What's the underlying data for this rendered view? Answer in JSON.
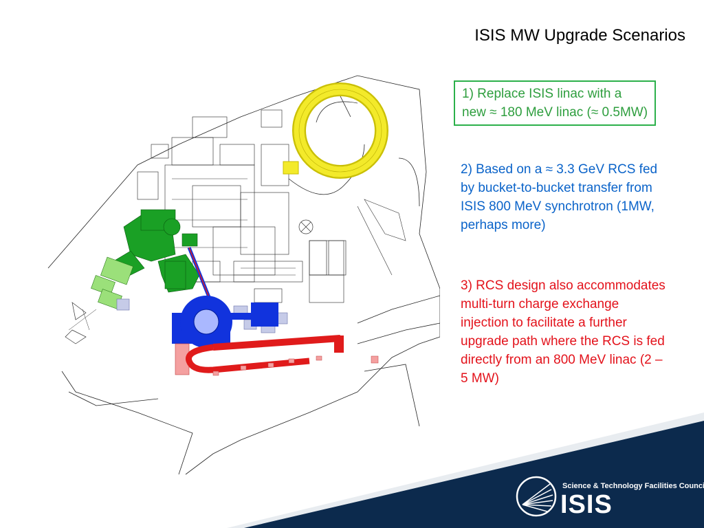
{
  "slide": {
    "title": "ISIS MW Upgrade Scenarios"
  },
  "scenarios": [
    {
      "text": "1) Replace ISIS linac with a new ≈ 180 MeV linac (≈ 0.5MW)",
      "color": "#2e9e3e"
    },
    {
      "text": "2) Based on a ≈ 3.3 GeV RCS fed by bucket-to-bucket transfer from ISIS 800 MeV synchrotron (1MW, perhaps more)",
      "color": "#0a63c9"
    },
    {
      "text": "3) RCS design also accommodates multi-turn charge exchange injection to facilitate a further upgrade path where the RCS is fed directly from an 800 MeV linac (2 – 5 MW)",
      "color": "#e3121b"
    }
  ],
  "footer": {
    "org_name": "Science & Technology Facilities Council",
    "facility": "ISIS",
    "band_color": "#0c2a4d"
  },
  "map": {
    "linac_color": "#1aa025",
    "rcs_ring_color": "#f3ea2a",
    "synchrotron_color": "#1133dd",
    "transfer_line_color": "#e01b1b"
  }
}
